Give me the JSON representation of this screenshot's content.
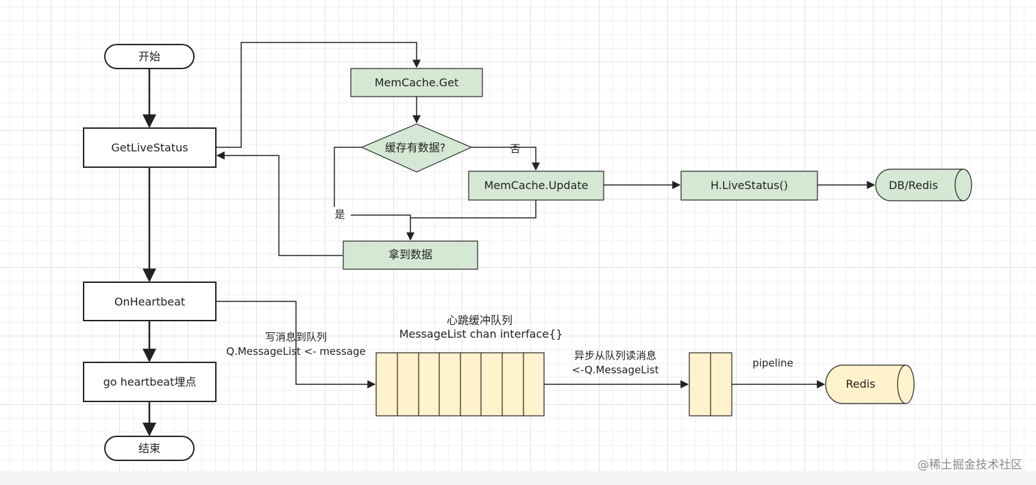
{
  "nodes": {
    "start": "开始",
    "get_live_status": "GetLiveStatus",
    "memcache_get": "MemCache.Get",
    "cache_has_data": "缓存有数据?",
    "memcache_update": "MemCache.Update",
    "h_live_status": "H.LiveStatus()",
    "db_redis": "DB/Redis",
    "got_data": "拿到数据",
    "on_heartbeat": "OnHeartbeat",
    "go_heartbeat": "go heartbeat埋点",
    "end": "结束",
    "queue_title": "心跳缓冲队列",
    "queue_subtitle": "MessageList chan interface{}",
    "redis": "Redis"
  },
  "edges": {
    "no": "否",
    "yes": "是",
    "write_queue_line1": "写消息到队列",
    "write_queue_line2": "Q.MessageList <- message",
    "async_read_line1": "异步从队列读消息",
    "async_read_line2": "<-Q.MessageList",
    "pipeline": "pipeline"
  },
  "colors": {
    "green_fill": "#d5e8d4",
    "yellow_fill": "#fff2cc",
    "stroke": "#222222"
  },
  "watermark": "@稀土掘金技术社区"
}
